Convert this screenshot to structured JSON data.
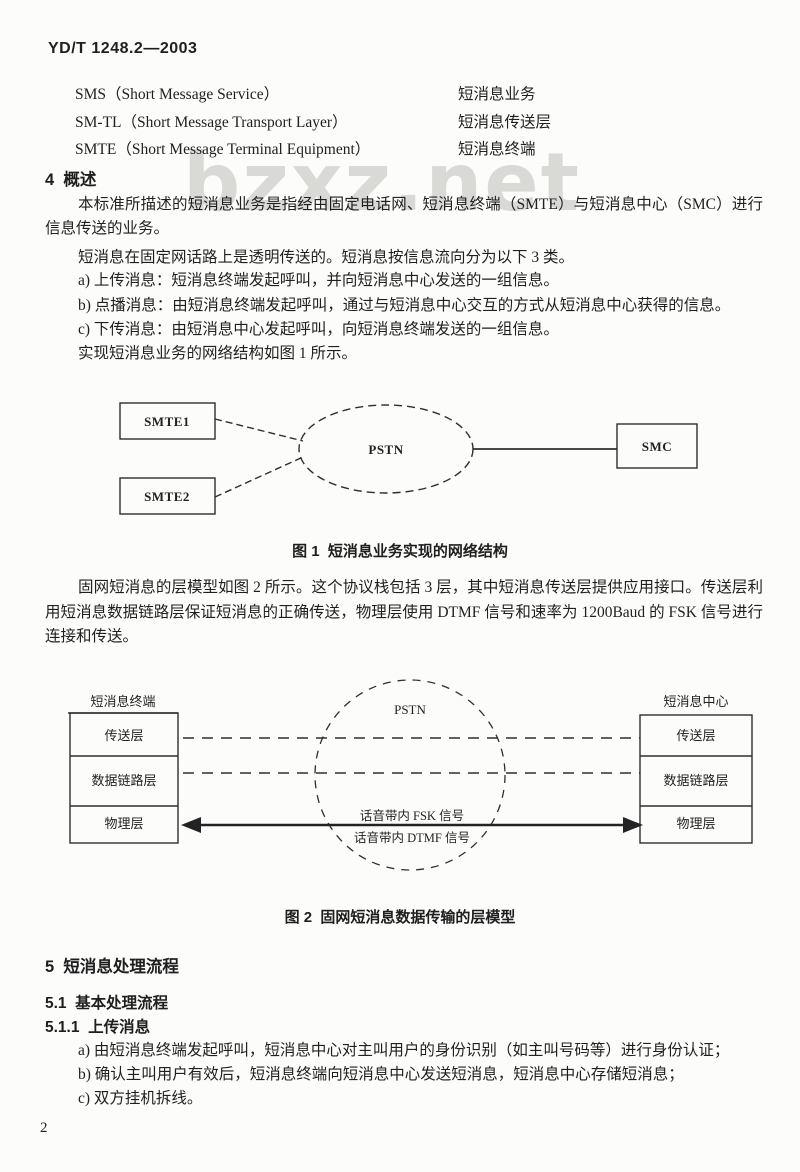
{
  "page": {
    "header": "YD/T 1248.2—2003",
    "page_number": "2",
    "watermark": "bzxz.net"
  },
  "abbreviations": [
    {
      "en": "SMS（Short Message Service）",
      "zh": "短消息业务"
    },
    {
      "en": "SM-TL（Short Message Transport Layer）",
      "zh": "短消息传送层"
    },
    {
      "en": "SMTE（Short Message Terminal Equipment）",
      "zh": "短消息终端"
    }
  ],
  "section4": {
    "heading": "4  概述",
    "para1": "本标准所描述的短消息业务是指经由固定电话网、短消息终端（SMTE）与短消息中心（SMC）进行信息传送的业务。",
    "para2": "短消息在固定网话路上是透明传送的。短消息按信息流向分为以下 3 类。",
    "item_a": "a) 上传消息：短消息终端发起呼叫，并向短消息中心发送的一组信息。",
    "item_b": "b) 点播消息：由短消息终端发起呼叫，通过与短消息中心交互的方式从短消息中心获得的信息。",
    "item_c": "c) 下传消息：由短消息中心发起呼叫，向短消息终端发送的一组信息。",
    "para3": "实现短消息业务的网络结构如图 1 所示。",
    "para4": "固网短消息的层模型如图 2 所示。这个协议栈包括 3 层，其中短消息传送层提供应用接口。传送层利用短消息数据链路层保证短消息的正确传送，物理层使用 DTMF 信号和速率为 1200Baud 的 FSK 信号进行连接和传送。"
  },
  "figure1": {
    "caption": "图 1  短消息业务实现的网络结构",
    "nodes": {
      "smte1": "SMTE1",
      "smte2": "SMTE2",
      "pstn": "PSTN",
      "smc": "SMC"
    }
  },
  "figure2": {
    "caption": "图 2  固网短消息数据传输的层模型",
    "left_title": "短消息终端",
    "right_title": "短消息中心",
    "pstn": "PSTN",
    "layers": [
      "传送层",
      "数据链路层",
      "物理层"
    ],
    "arrow_label_top": "话音带内 FSK 信号",
    "arrow_label_bottom": "话音带内 DTMF 信号"
  },
  "section5": {
    "heading": "5  短消息处理流程",
    "sub1": "5.1  基本处理流程",
    "sub11": "5.1.1  上传消息",
    "item_a": "a) 由短消息终端发起呼叫，短消息中心对主叫用户的身份识别（如主叫号码等）进行身份认证；",
    "item_b": "b) 确认主叫用户有效后，短消息终端向短消息中心发送短消息，短消息中心存储短消息；",
    "item_c": "c) 双方挂机拆线。"
  }
}
